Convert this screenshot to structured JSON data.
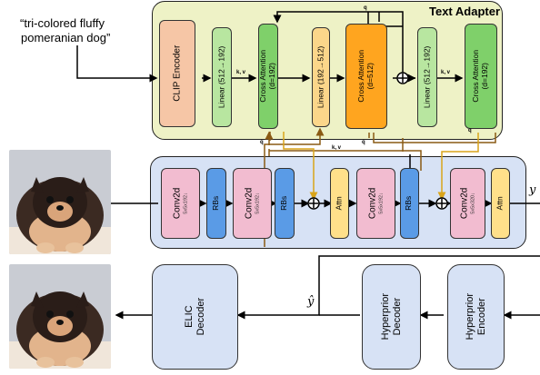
{
  "prompt_text": {
    "line1": "“tri-colored fluffy",
    "line2": "pomeranian dog”"
  },
  "text_adapter": {
    "title": "Text Adapter",
    "clip": "CLIP Encoder",
    "linear1": "Linear (512→192)",
    "cross1": {
      "title": "Cross Attention",
      "param": "(d=192)"
    },
    "linear2": "Linear (192→512)",
    "cross2": {
      "title": "Cross Attention",
      "param": "(d=512)"
    },
    "linear3": "Linear (512→192)",
    "cross3": {
      "title": "Cross Attention",
      "param": "(d=192)"
    }
  },
  "edge_labels": {
    "q": "q",
    "kv": "k, v"
  },
  "encoder": {
    "conv1": {
      "title": "Conv2d",
      "param": "5x5x192↓"
    },
    "rbs1": "RBs",
    "conv2": {
      "title": "Conv2d",
      "param": "5x5x192↓"
    },
    "rbs2": "RBs",
    "attn1": "Attn",
    "conv3": {
      "title": "Conv2d",
      "param": "5x5x192↓"
    },
    "rbs3": "RBs",
    "conv4": {
      "title": "Conv2d",
      "param": "5x5x320↓"
    },
    "attn2": "Attn",
    "output": "y"
  },
  "decoder": {
    "elic": {
      "line1": "ELIC",
      "line2": "Decoder"
    },
    "hyper_dec": {
      "line1": "Hyperprior",
      "line2": "Decoder"
    },
    "hyper_enc": {
      "line1": "Hyperprior",
      "line2": "Encoder"
    },
    "yhat": "ŷ"
  },
  "colors": {
    "adapter_bg": "#eef2c6",
    "encoder_bg": "#d7e2f5",
    "decoder_bg": "#d7e2f5",
    "clip": "#f6c6a6",
    "linear": "#b8e6a0",
    "cross_green": "#7fd06a",
    "cross_orange": "#ffa51f",
    "linear_orange": "#fbd68a",
    "conv": "#f2bcd0",
    "rbs": "#5a9be6",
    "attn": "#ffe08a",
    "block_blue": "#d7e2f5",
    "brown": "#8a5a14",
    "gold": "#d9a41a"
  }
}
